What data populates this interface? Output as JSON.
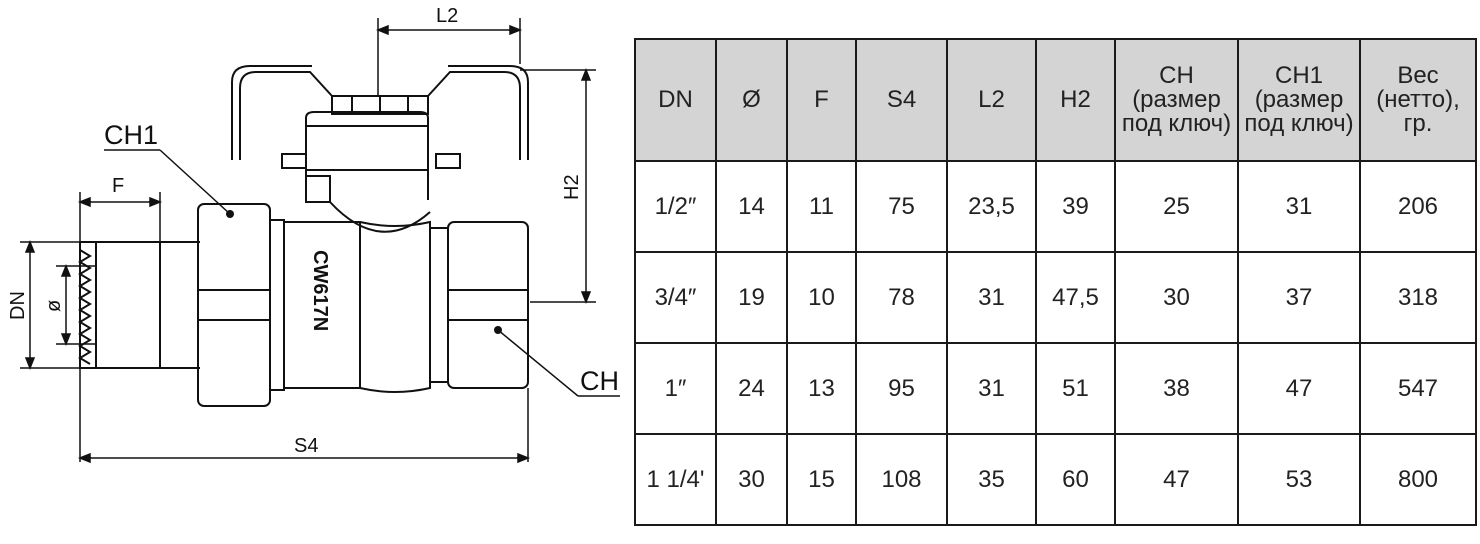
{
  "drawing": {
    "labels": {
      "l2": "L2",
      "h2": "H2",
      "f": "F",
      "dn": "DN",
      "diameter": "ø",
      "s4": "S4",
      "ch1": "CH1",
      "ch": "CH",
      "body_marking": "CW617N"
    }
  },
  "table": {
    "headers": [
      "DN",
      "Ø",
      "F",
      "S4",
      "L2",
      "H2",
      "CH (размер под ключ)",
      "CH1 (размер под ключ)",
      "Вес (нетто), гр."
    ],
    "rows": [
      [
        "1/2″",
        "14",
        "11",
        "75",
        "23,5",
        "39",
        "25",
        "31",
        "206"
      ],
      [
        "3/4″",
        "19",
        "10",
        "78",
        "31",
        "47,5",
        "30",
        "37",
        "318"
      ],
      [
        "1″",
        "24",
        "13",
        "95",
        "31",
        "51",
        "38",
        "47",
        "547"
      ],
      [
        "1 1/4'",
        "30",
        "15",
        "108",
        "35",
        "60",
        "47",
        "53",
        "800"
      ]
    ]
  }
}
